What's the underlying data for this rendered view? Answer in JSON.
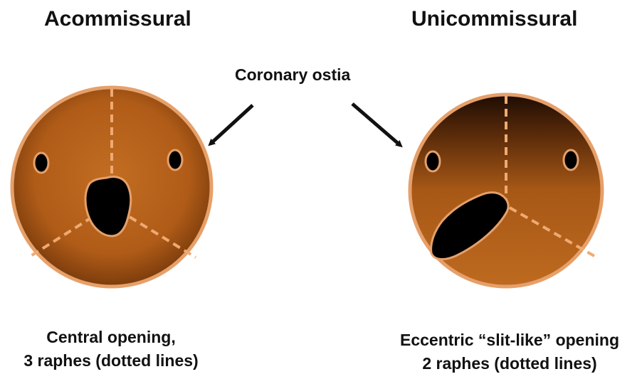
{
  "labels": {
    "left_title": "Acommissural",
    "right_title": "Unicommissural",
    "callout": "Coronary ostia",
    "left_caption_line1": "Central opening,",
    "left_caption_line2": "3 raphes (dotted lines)",
    "right_caption_line1": "Eccentric “slit-like” opening",
    "right_caption_line2": "2 raphes (dotted lines)"
  },
  "colors": {
    "valve_fill": "#b9641c",
    "valve_shade": "#2a1305",
    "rim": "#e6a06a",
    "raphe": "#efaa72",
    "opening": "#000000",
    "text": "#111111"
  }
}
